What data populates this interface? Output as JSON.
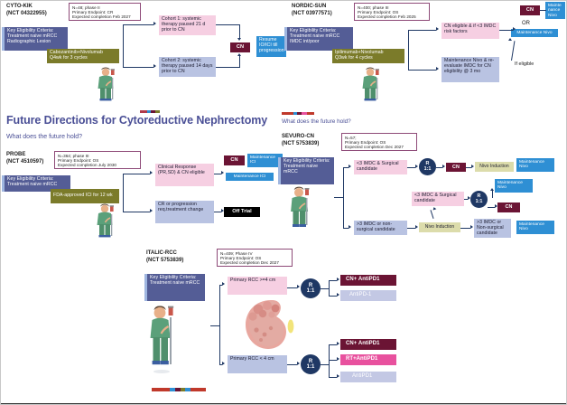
{
  "sections": {
    "future": {
      "title": "Future Directions for Cytoreductive Nephrectomy",
      "question": "What does the future hold?",
      "question_right": "What does the future hold?"
    }
  },
  "trials": {
    "cytokik": {
      "name": "CYTO-KIK",
      "nct": "(NCT 04322955)",
      "info": "N=48; phase II\nPrimary Endpoint: CR\nExpected completion Feb 2027",
      "eligibility": "Key Eligibility Criteria:\nTreatment naive mRCC\nRadiographic Lesion",
      "treatment": "Cabozantinib+Nivolumab\nQ4wk for 3 cycles",
      "cohort1": "Cohort 1: systemic therapy paused 21 d prior to CN",
      "cohort2": "Cohort 2: systemic therapy paused 14 days prior to CN",
      "cn": "CN",
      "resume": "Resume IO/ICI till progression"
    },
    "nordicsun": {
      "name": "NORDIC-SUN",
      "nct": "(NCT 03977571)",
      "info": "N=400; phase III\nPrimary Endpoint: OS\nExpected completion Feb 2025",
      "eligibility": "Key Eligibility Criteria:\nTreatment naive mRCC\nIMDC int/poor",
      "treatment": "Ipilimumab+Nivolumab\nQ3wk for 4 cycles",
      "arm_top": "CN eligible & if <3 IMDC risk factors",
      "arm_bottom": "Maintenance Nivo & re-evaluate IMDC for CN eligibility @ 3 mo",
      "cn": "CN",
      "maint_small": "Mainte nance Nivo",
      "or": "OR",
      "maint_nivo": "Maintenance Nivo",
      "if_eligible": "If eligible"
    },
    "probe": {
      "name": "PROBE",
      "nct": "(NCT 4510597)",
      "info": "N=364; phase III\nPrimary Endpoint: OS\nExpected completion July 2030",
      "eligibility": "Key Eligibility Criteria:\nTreatment naive mRCC",
      "treatment": "FDA-approved ICI for 12 wk",
      "arm_top": "Clinical Response (PR,SD) & CN eligible",
      "arm_bottom": "CR or progression req.treatment change",
      "cn": "CN",
      "maint_ici_top": "Maintenance ICI",
      "maint_ici": "Maintenance ICI",
      "off_trial": "Off Trial"
    },
    "sevuro": {
      "name": "SEVURO-CN",
      "nct": "(NCT 5753839)",
      "info": "N=57;\nPrimary Endpoint: OS\nExpected completion Dec 2027",
      "eligibility": "Key Eligibility Criteria:\nTreatment naive mRCC",
      "arm_top": "<3 IMDC & Surgical candidate",
      "arm_mid": "<3 IMDC & Surgical candidate",
      "arm_bottom": ">3 IMDC or non-surgical candidate",
      "r_label": "R",
      "r_ratio": "1:1",
      "cn": "CN",
      "nivo_induction_top": "Nivo Induction",
      "nivo_induction_bottom": "Nivo Induction",
      "maint_nivo_top": "Maintenance Nivo",
      "maint_nivo_mid": "Maintenance Nivo",
      "maint_nivo_bottom": "Maintenance Nivo",
      "non_surg": ">3 IMDC or Non-surgical candidate"
    },
    "italic": {
      "name": "ITALIC-RCC",
      "nct": "(NCT 5753839)",
      "info": "N=409; Phase IV\nPrimary Endpoint: OS\nExpected completion Dec 2027",
      "eligibility": "Key Eligibility Criteria:\nTreatment naive mRCC",
      "arm_top": "Primary RCC >=4 cm",
      "arm_bottom": "Primary RCC < 4 cm",
      "r_label": "R",
      "r_ratio": "1:1",
      "top_arm1": "CN+ AntiPD1",
      "top_arm2": "AntiPD-1",
      "bot_arm1": "CN+ AntiPD1",
      "bot_arm2": "RT+AntiPD1",
      "bot_arm3": "AntiPD1"
    }
  },
  "colors": {
    "eligibility_bg": "#545d96",
    "treatment_bg": "#7b7b2a",
    "pink_arm": "#f6cfe2",
    "periwinkle_arm": "#b9c3e2",
    "blue_box": "#2e8fd4",
    "maroon_cn": "#6b1434",
    "olive_light": "#dcdcab",
    "connector": "#1f3864",
    "title_purple": "#4a4f96",
    "magenta": "#e8519e",
    "lavender": "#c3c8e4",
    "off_trial_bg": "#000000"
  }
}
